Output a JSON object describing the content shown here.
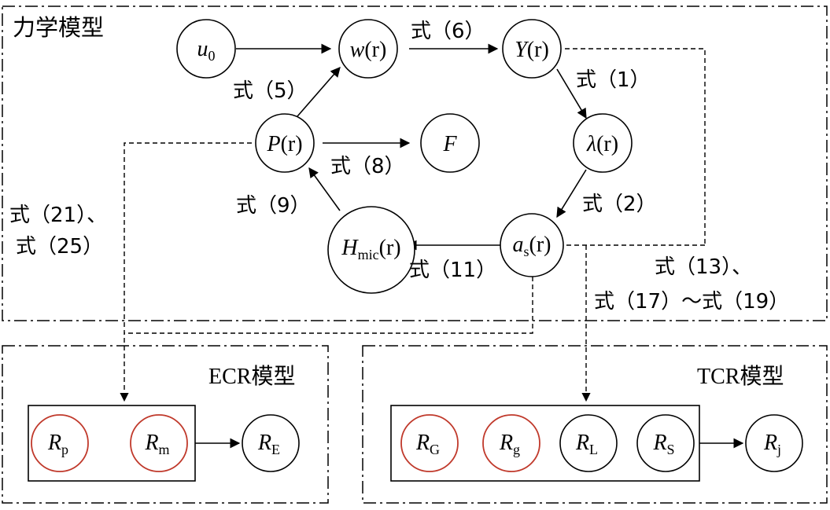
{
  "colors": {
    "stroke": "#000000",
    "highlight_circle": "#c0392b",
    "background": "#ffffff"
  },
  "regions": {
    "mechanics": {
      "title": "力学模型"
    },
    "ecr": {
      "title": "ECR模型"
    },
    "tcr": {
      "title": "TCR模型"
    }
  },
  "nodes": {
    "u0": {
      "main": "u",
      "sub": "0"
    },
    "wr": {
      "main": "w",
      "arg": "(r)"
    },
    "Yr": {
      "main": "Y",
      "arg": "(r)"
    },
    "lambda": {
      "main": "λ",
      "arg": "(r)"
    },
    "as": {
      "main": "a",
      "sub": "s",
      "arg": "(r)"
    },
    "Hmic": {
      "main": "H",
      "sub": "mic",
      "arg": "(r)"
    },
    "Pr": {
      "main": "P",
      "arg": "(r)"
    },
    "F": {
      "main": "F"
    },
    "Rp": {
      "main": "R",
      "sub": "p"
    },
    "Rm": {
      "main": "R",
      "sub": "m"
    },
    "RE": {
      "main": "R",
      "sub": "E"
    },
    "RG": {
      "main": "R",
      "sub": "G"
    },
    "Rg": {
      "main": "R",
      "sub": "g"
    },
    "RL": {
      "main": "R",
      "sub": "L"
    },
    "RS": {
      "main": "R",
      "sub": "S"
    },
    "Rj": {
      "main": "R",
      "sub": "j"
    }
  },
  "equations": {
    "eq6": "式（6）",
    "eq1": "式（1）",
    "eq2": "式（2）",
    "eq11": "式（11）",
    "eq9": "式（9）",
    "eq8": "式（8）",
    "eq5": "式（5）",
    "eq21_25_line1": "式（21）、",
    "eq21_25_line2": "式（25）",
    "eq13_19_line1": "式（13）、",
    "eq13_19_line2": "式（17）～式（19）"
  }
}
